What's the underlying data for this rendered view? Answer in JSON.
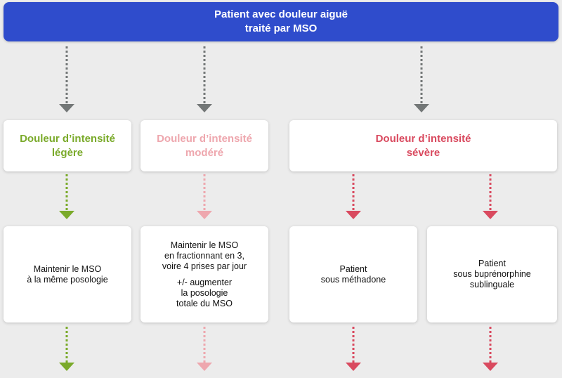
{
  "colors": {
    "header_bg": "#2f4ccc",
    "legere": "#7aaa2a",
    "modere": "#eea7ae",
    "severe": "#d94a5f",
    "gray_arrow": "#737777"
  },
  "header": {
    "line1": "Patient avec douleur aiguë",
    "line2": "traité par MSO"
  },
  "levels": {
    "legere": {
      "line1": "Douleur d’intensité",
      "line2": "légère"
    },
    "modere": {
      "line1": "Douleur d’intensité",
      "line2": "modéré"
    },
    "severe": {
      "line1": "Douleur d’intensité",
      "line2": "sévère"
    }
  },
  "treatments": {
    "legere": [
      "Maintenir le MSO",
      "à la même posologie"
    ],
    "modere": {
      "part1": [
        "Maintenir le MSO",
        "en fractionnant en 3,",
        "voire 4 prises par jour"
      ],
      "part2": [
        "+/- augmenter",
        "la posologie",
        "totale du MSO"
      ]
    },
    "methadone": [
      "Patient",
      "sous méthadone"
    ],
    "buprenorphine": [
      "Patient",
      "sous buprénorphine",
      "sublinguale"
    ]
  }
}
